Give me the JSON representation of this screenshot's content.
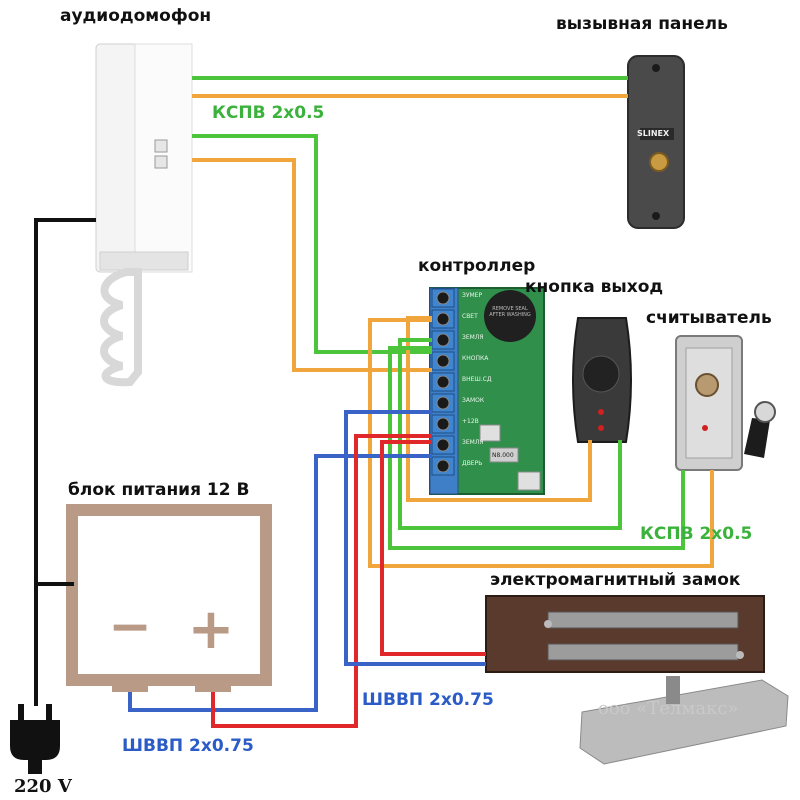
{
  "devices": {
    "intercom": "аудиодомофон",
    "call_panel": "вызывная панель",
    "controller": "контроллер",
    "exit_button": "кнопка выход",
    "reader": "считыватель",
    "power_supply": "блок питания 12 В",
    "lock": "электромагнитный замок"
  },
  "cables": {
    "kspv_top": "КСПВ 2х0.5",
    "kspv_right": "КСПВ 2х0.5",
    "shvvp_mid": "ШВВП 2х0.75",
    "shvvp_bottom": "ШВВП 2х0.75"
  },
  "mains": {
    "voltage": "220 V"
  },
  "watermark": "ооо «Телмакс»",
  "call_panel_brand": "SLINEX",
  "buzzer_text": "REMOVE SEAL AFTER WASHING",
  "power_symbols": {
    "minus": "−",
    "plus": "+"
  },
  "controller_terminals": [
    "ЗУМЕР",
    "СВЕТ",
    "ЗЕМЛЯ",
    "КНОПКА",
    "ВНЕШ.СД",
    "ЗАМОК",
    "+12В",
    "ЗЕМЛЯ",
    "ДВЕРЬ"
  ],
  "controller_chip": "N8.000",
  "colors": {
    "green": "#4cc43c",
    "orange": "#f0a63c",
    "blue": "#3a63c8",
    "red": "#e0282a",
    "black": "#111111",
    "psu_brown": "#b89a86"
  }
}
